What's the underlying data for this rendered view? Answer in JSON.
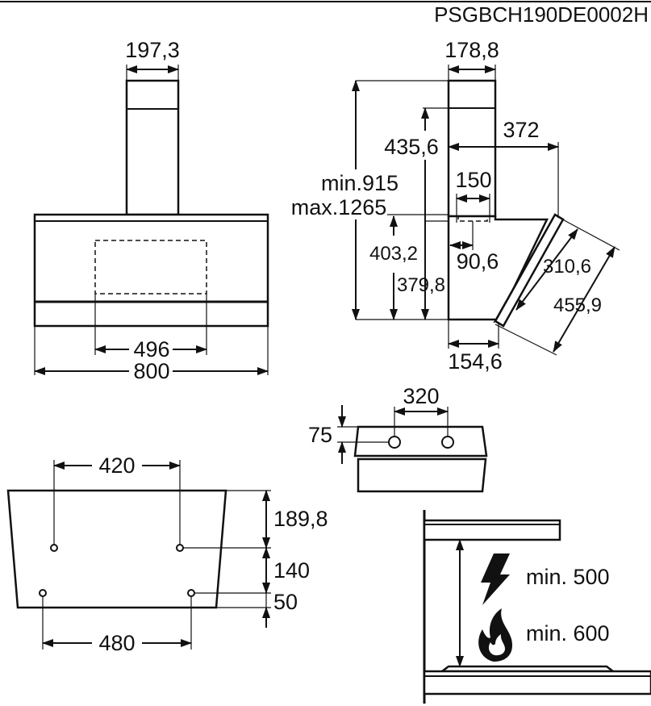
{
  "model_code": "PSGBCH190DE0002H",
  "front_view": {
    "chimney_width": "197,3",
    "inner_width": "496",
    "total_width": "800"
  },
  "side_view": {
    "chimney_depth": "178,8",
    "height_range_min": "min.915",
    "height_range_max": "max.1265",
    "chimney_offset": "435,6",
    "projection": "372",
    "outlet_offset": "150",
    "outlet_height": "403,2",
    "body_height": "379,8",
    "outlet_depth": "90,6",
    "panel_length_inner": "310,6",
    "panel_length_outer": "455,9",
    "base_depth": "154,6"
  },
  "bracket_view": {
    "hole_spacing": "320",
    "hole_height": "75"
  },
  "rear_mount_view": {
    "upper_hole_spacing": "420",
    "lower_hole_spacing": "480",
    "top_offset": "189,8",
    "hole_vertical_spacing": "140",
    "bottom_offset": "50"
  },
  "installation_clearance": {
    "electric_min": "min. 500",
    "gas_min": "min. 600",
    "electric_icon": "lightning-icon",
    "gas_icon": "flame-icon"
  }
}
